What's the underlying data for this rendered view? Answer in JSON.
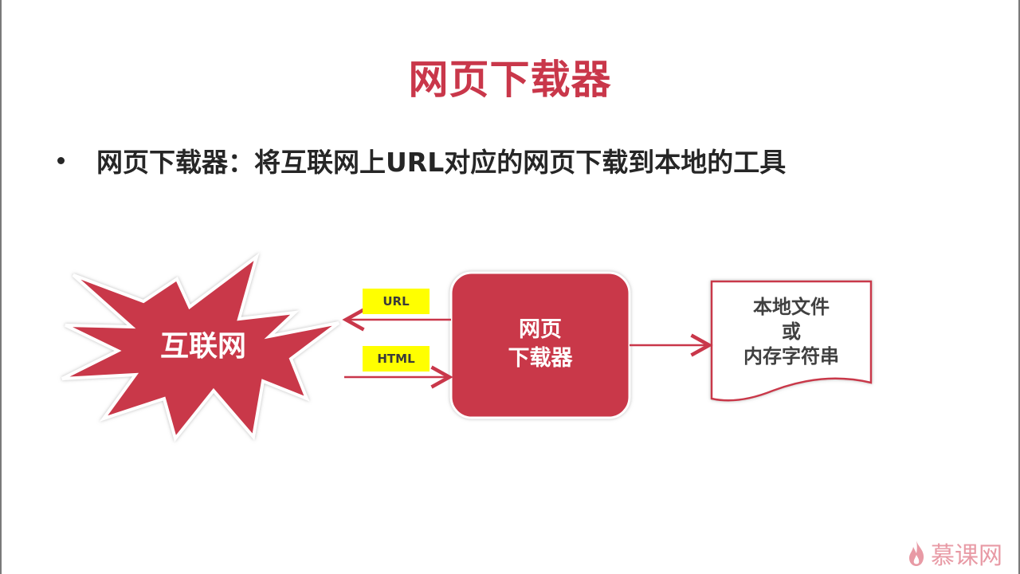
{
  "slide": {
    "title": "网页下载器",
    "bullet": "网页下载器：将互联网上URL对应的网页下载到本地的工具"
  },
  "diagram": {
    "internet": {
      "label": "互联网",
      "shape": "explosion-burst",
      "fill": "#c9374a"
    },
    "downloader": {
      "line1": "网页",
      "line2": "下载器",
      "shape": "rounded-rectangle",
      "fill": "#c9374a"
    },
    "output": {
      "line1": "本地文件",
      "line2": "或",
      "line3": "内存字符串",
      "shape": "document",
      "stroke": "#c9374a"
    },
    "edges": [
      {
        "from": "downloader",
        "to": "internet",
        "label": "URL"
      },
      {
        "from": "internet",
        "to": "downloader",
        "label": "HTML"
      },
      {
        "from": "downloader",
        "to": "output",
        "label": ""
      }
    ],
    "tag_color": "#ffff00"
  },
  "watermark": {
    "icon": "flame-icon",
    "text": "慕课网"
  }
}
